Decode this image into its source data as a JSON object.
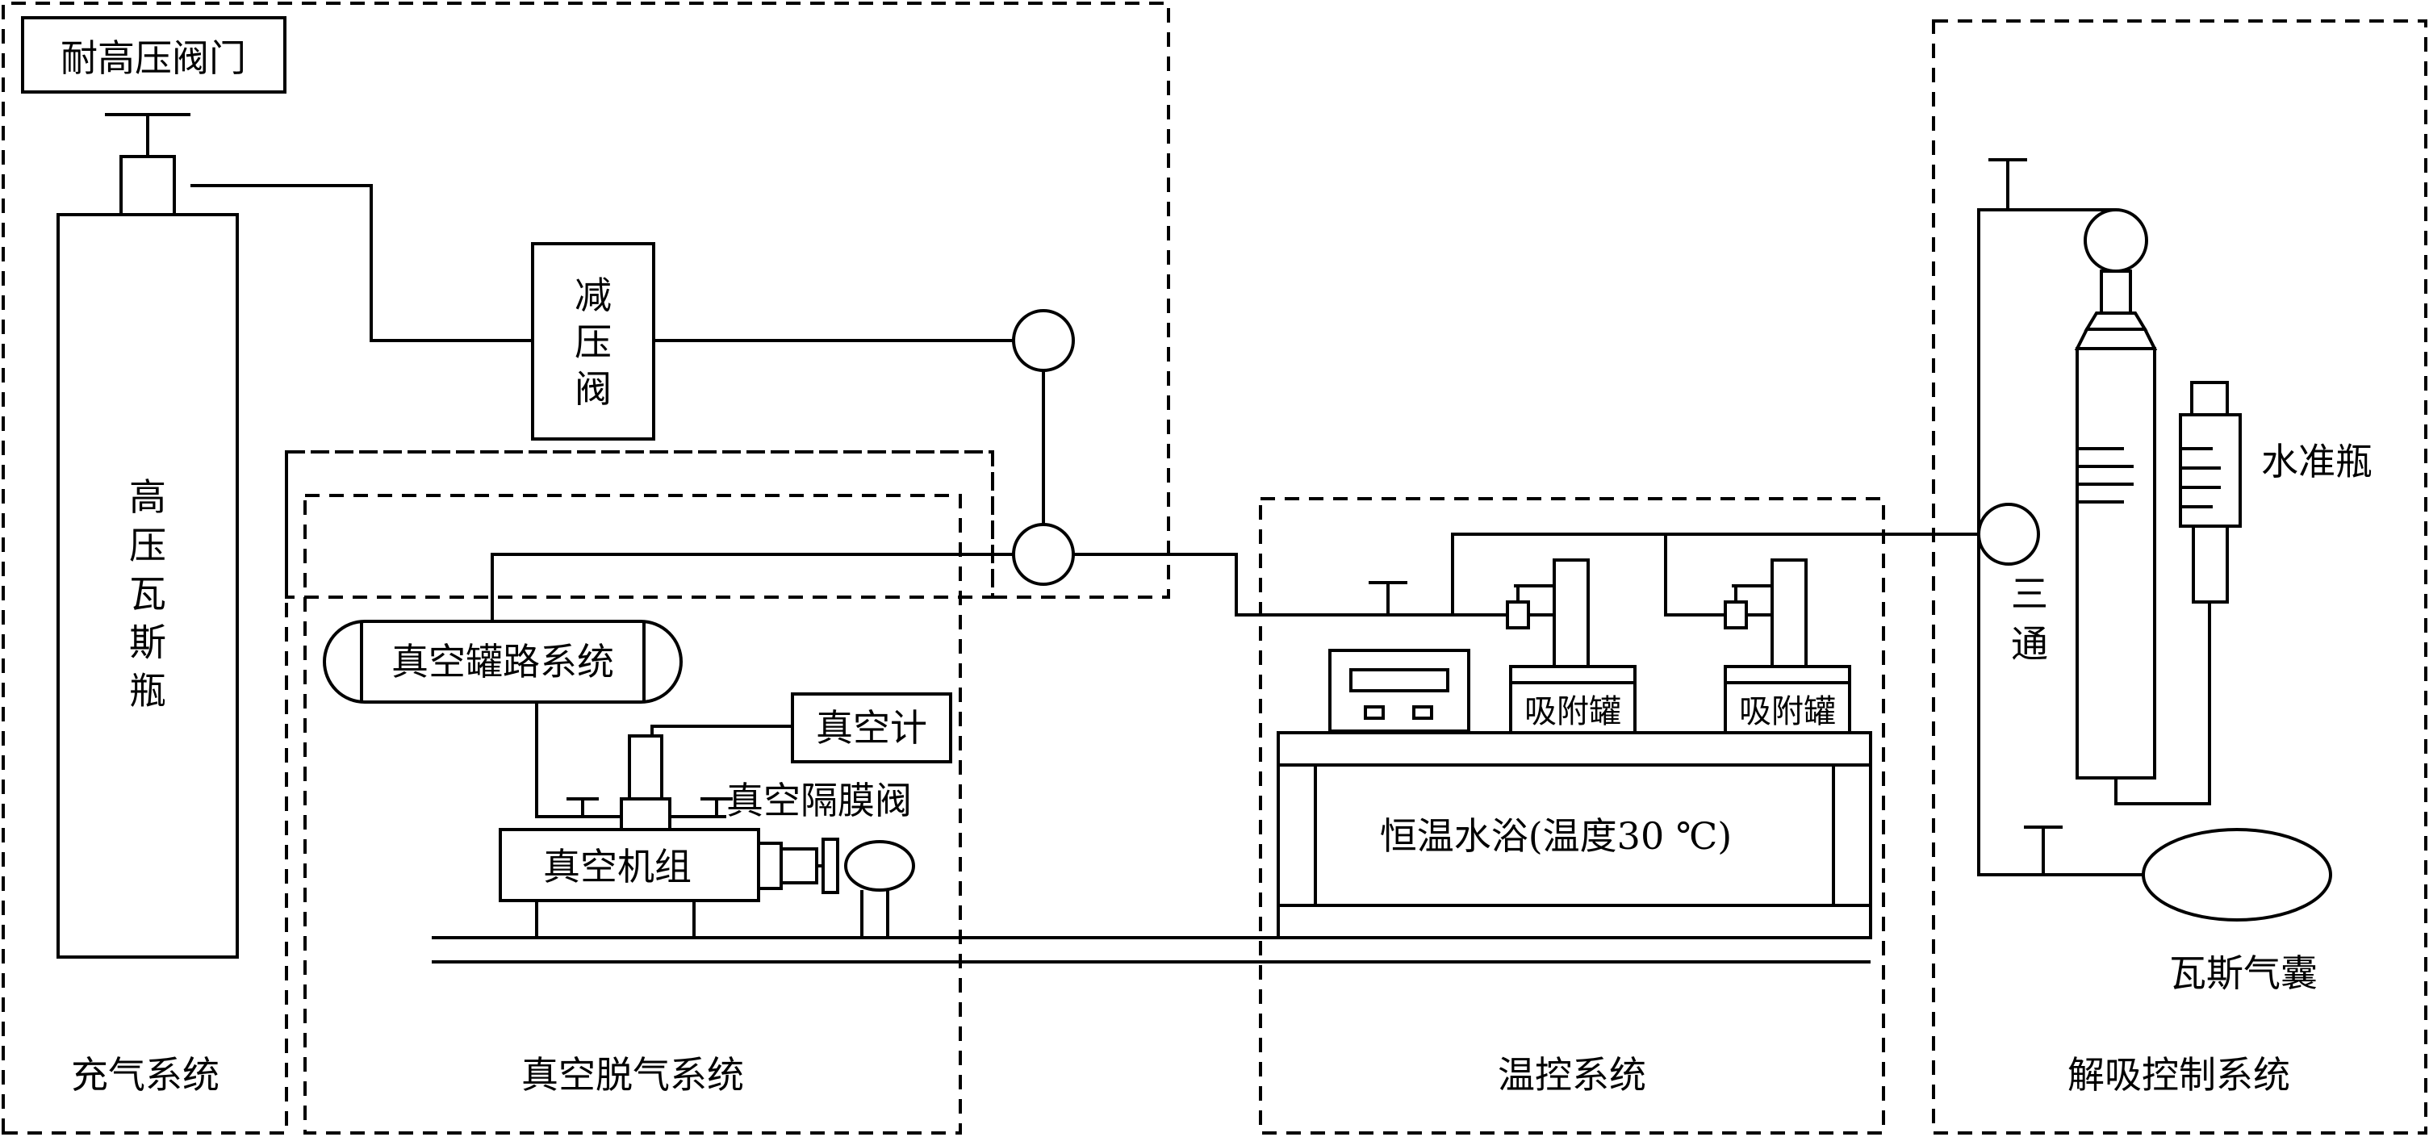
{
  "labels": {
    "high_pressure_valve": "耐高压阀门",
    "cylinder": [
      "高",
      "压",
      "瓦",
      "斯",
      "瓶"
    ],
    "reducer": [
      "减",
      "压",
      "阀"
    ],
    "vacuum_tank_system": "真空罐路系统",
    "vacuum_gauge": "真空计",
    "diaphragm_valve": "真空隔膜阀",
    "vacuum_unit": "真空机组",
    "adsorption_tank_1": "吸附罐",
    "adsorption_tank_2": "吸附罐",
    "water_bath": "恒温水浴(温度30 ℃)",
    "leveling_bottle": "水准瓶",
    "three_way": [
      "三",
      "通"
    ],
    "gas_bag": "瓦斯气囊"
  },
  "systems": {
    "charging": "充气系统",
    "vacuum_degassing": "真空脱气系统",
    "temperature_control": "温控系统",
    "desorption_control": "解吸控制系统"
  }
}
